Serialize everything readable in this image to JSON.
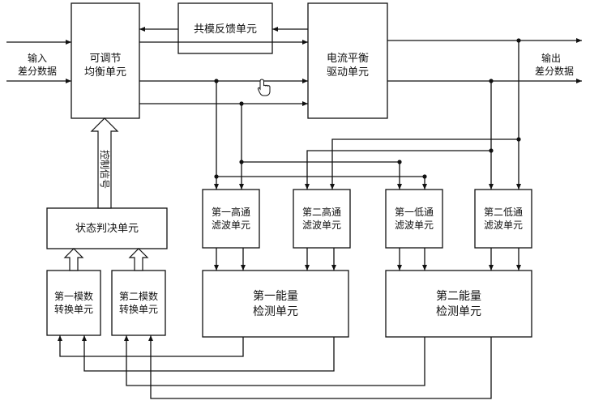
{
  "blocks": {
    "eq": [
      "可调节",
      "均衡单元"
    ],
    "cm": [
      "共模反馈单元"
    ],
    "drv": [
      "电流平衡",
      "驱动单元"
    ],
    "dec": [
      "状态判决单元"
    ],
    "adc1": [
      "第一模数",
      "转换单元"
    ],
    "adc2": [
      "第二模数",
      "转换单元"
    ],
    "hp1": [
      "第一高通",
      "滤波单元"
    ],
    "hp2": [
      "第二高通",
      "滤波单元"
    ],
    "lp1": [
      "第一低通",
      "滤波单元"
    ],
    "lp2": [
      "第二低通",
      "滤波单元"
    ],
    "en1": [
      "第一能量",
      "检测单元"
    ],
    "en2": [
      "第二能量",
      "检测单元"
    ]
  },
  "labels": {
    "input": [
      "输入",
      "差分数据"
    ],
    "output": [
      "输出",
      "差分数据"
    ],
    "ctrl": "控制信号"
  },
  "icons": {
    "cursor": "hand-pointer-icon"
  }
}
